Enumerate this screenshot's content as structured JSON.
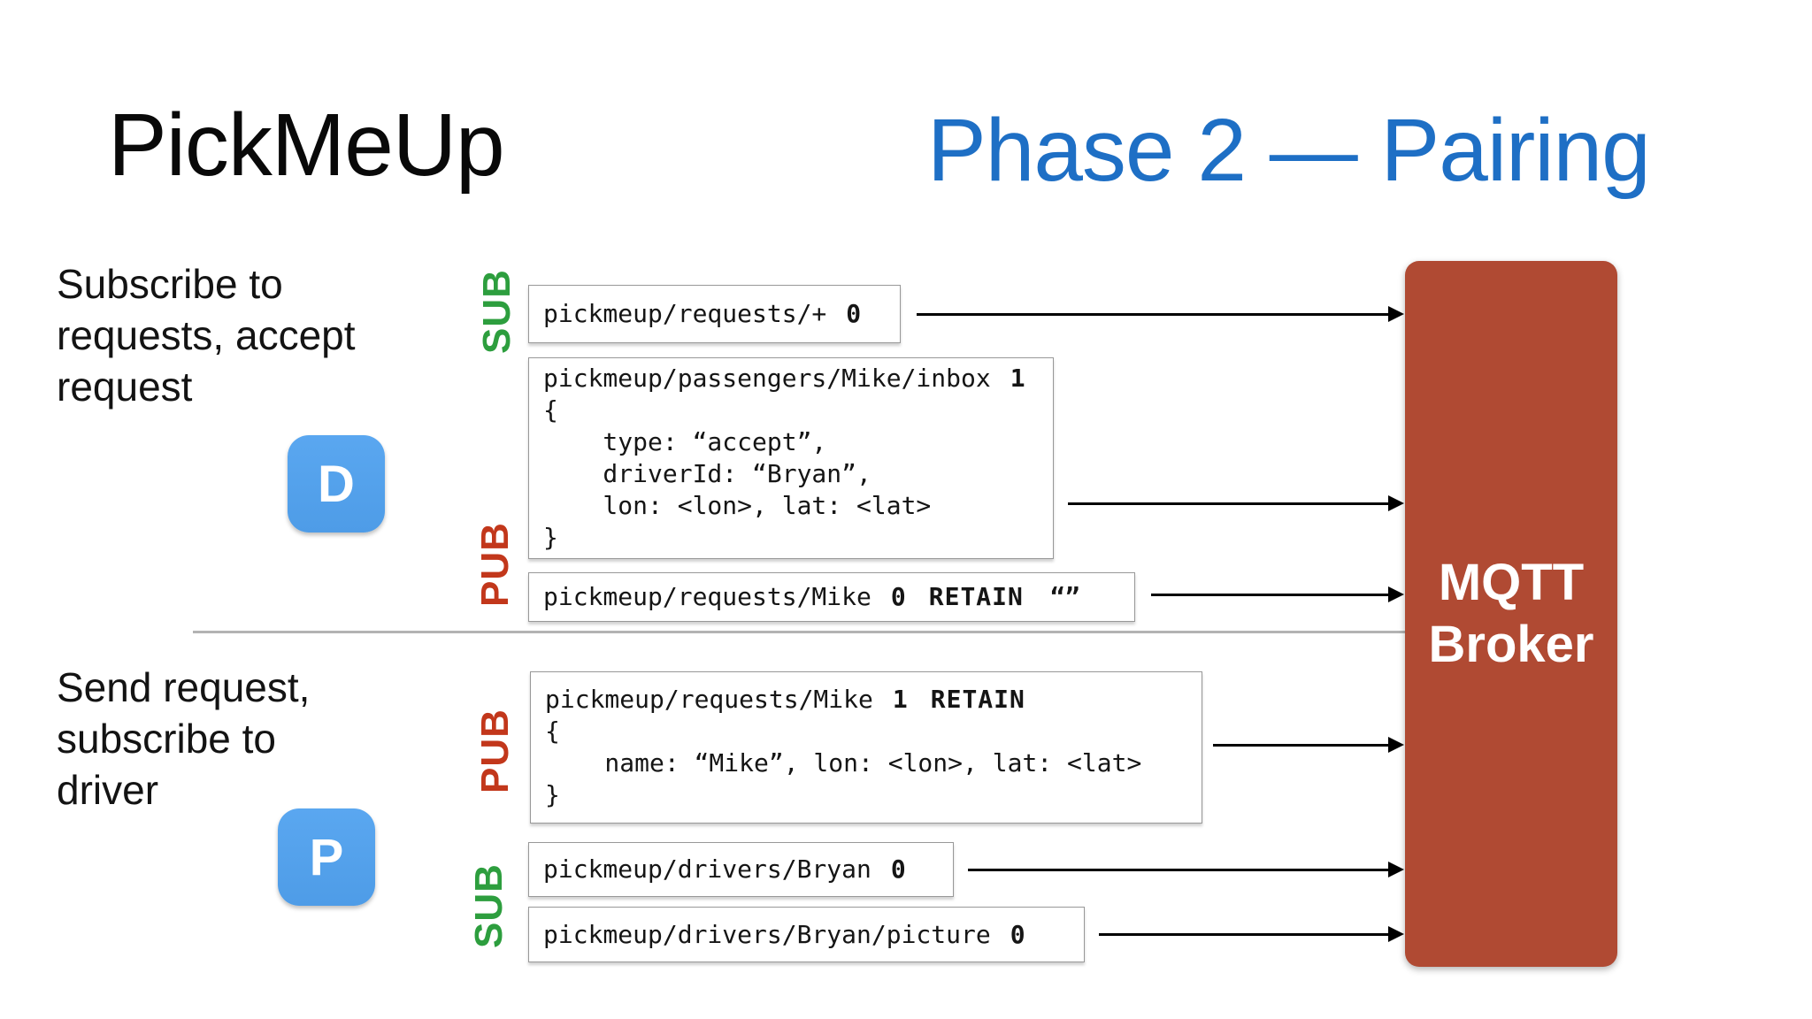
{
  "header": {
    "title": "PickMeUp",
    "subtitle": "Phase 2 — Pairing"
  },
  "colors": {
    "subtitle_blue": "#1e6fc5",
    "badge_blue": "#54a1ec",
    "sub_green": "#2d9e3e",
    "pub_red": "#c2371b",
    "broker_red": "#b04a33"
  },
  "driver": {
    "description": "Subscribe to\nrequests, accept\nrequest",
    "badge": "D",
    "sub_label": "SUB",
    "pub_label": "PUB",
    "messages": [
      {
        "topic": "pickmeup/requests/+",
        "qos": "0"
      },
      {
        "topic": "pickmeup/passengers/Mike/inbox",
        "qos": "1",
        "body": "{\n    type: “accept”,\n    driverId: “Bryan”,\n    lon: <lon>, lat: <lat>\n}"
      },
      {
        "topic": "pickmeup/requests/Mike",
        "qos": "0",
        "retain": "RETAIN",
        "payload": "“”"
      }
    ]
  },
  "passenger": {
    "description": "Send request,\nsubscribe to\ndriver",
    "badge": "P",
    "pub_label": "PUB",
    "sub_label": "SUB",
    "messages": [
      {
        "topic": "pickmeup/requests/Mike",
        "qos": "1",
        "retain": "RETAIN",
        "body": "{\n    name: “Mike”, lon: <lon>, lat: <lat>\n}"
      },
      {
        "topic": "pickmeup/drivers/Bryan",
        "qos": "0"
      },
      {
        "topic": "pickmeup/drivers/Bryan/picture",
        "qos": "0"
      }
    ]
  },
  "broker": {
    "name": "MQTT\nBroker"
  }
}
